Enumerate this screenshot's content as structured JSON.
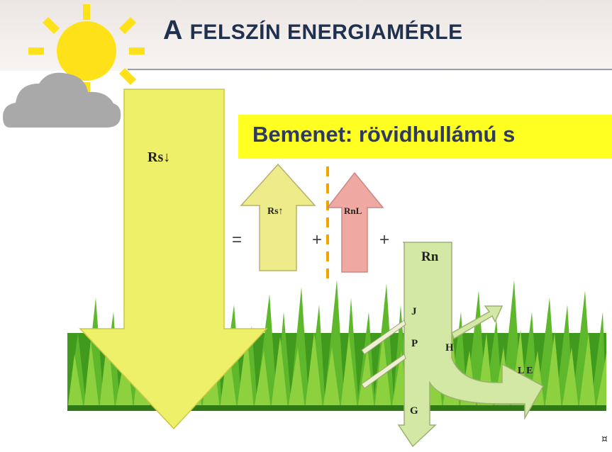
{
  "title": {
    "first": "A",
    "rest": "FELSZÍN ENERGIAMÉRLE"
  },
  "subtitle": "Bemenet: rövidhullámú s",
  "operators": {
    "equals": "=",
    "plus1": "+",
    "plus2": "+"
  },
  "labels": {
    "rs_down": "Rs↓",
    "rs_up": "Rs↑",
    "rnl": "RnL",
    "rn": "Rn",
    "j": "J",
    "p": "P",
    "h": "H",
    "le": "L E",
    "g": "G"
  },
  "footer_mark": "¤",
  "colors": {
    "yellow_arrow": "#eef06a",
    "pale_yellow_arrow": "#eeeb8a",
    "pink_arrow": "#f0a8a2",
    "green_arrow": "#d4e8a6",
    "highlight": "#ffff22",
    "title_color": "#20304f",
    "sun": "#ffe11a",
    "cloud": "#a9a9a9",
    "divider": "#f5a300"
  }
}
